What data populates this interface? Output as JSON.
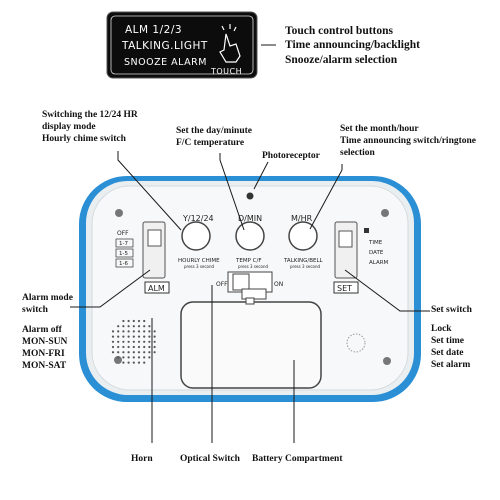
{
  "touch_panel": {
    "line1": "ALM 1/2/3",
    "line2": "TALKING.LIGHT",
    "line3": "SNOOZE ALARM",
    "tag": "TOUCH",
    "callout": [
      "Touch control buttons",
      "Time announcing/backlight",
      "Snooze/alarm selection"
    ]
  },
  "callouts": {
    "mode_1224": [
      "Switching the 12/24 HR",
      "display mode",
      "Hourly chime switch"
    ],
    "day_minute": [
      "Set the day/minute",
      "F/C temperature"
    ],
    "photoreceptor": "Photoreceptor",
    "month_hour": [
      "Set the month/hour",
      "Time announcing switch/ringtone",
      "selection"
    ],
    "alarm_mode": [
      "Alarm mode",
      "switch"
    ],
    "alarm_modes": [
      "Alarm off",
      "MON-SUN",
      "MON-FRI",
      "MON-SAT"
    ],
    "set_switch": "Set switch",
    "set_positions": [
      "Lock",
      "Set time",
      "Set date",
      "Set alarm"
    ],
    "horn": "Horn",
    "optical_switch": "Optical Switch",
    "battery": "Battery Compartment"
  },
  "device": {
    "btn1_label": "Y/12/24",
    "btn2_label": "D/MIN",
    "btn3_label": "M/HR",
    "btn1_sub": "HOURLY CHIME",
    "btn1_sub2": "press 3 second",
    "btn2_sub": "TEMP C/F",
    "btn2_sub2": "press 3 second",
    "btn3_sub": "TALKING/BELL",
    "btn3_sub2": "press 3 second",
    "alm_positions": [
      "OFF",
      "1-7",
      "1-5",
      "1-6"
    ],
    "alm_tag": "ALM",
    "set_positions": [
      "TIME",
      "DATE",
      "ALARM"
    ],
    "set_tag": "SET",
    "optical_off": "OFF",
    "optical_on": "ON"
  },
  "colors": {
    "body_blue": "#2b8fd6",
    "panel_black": "#0c0c0c",
    "leader": "#1a1a1a"
  }
}
